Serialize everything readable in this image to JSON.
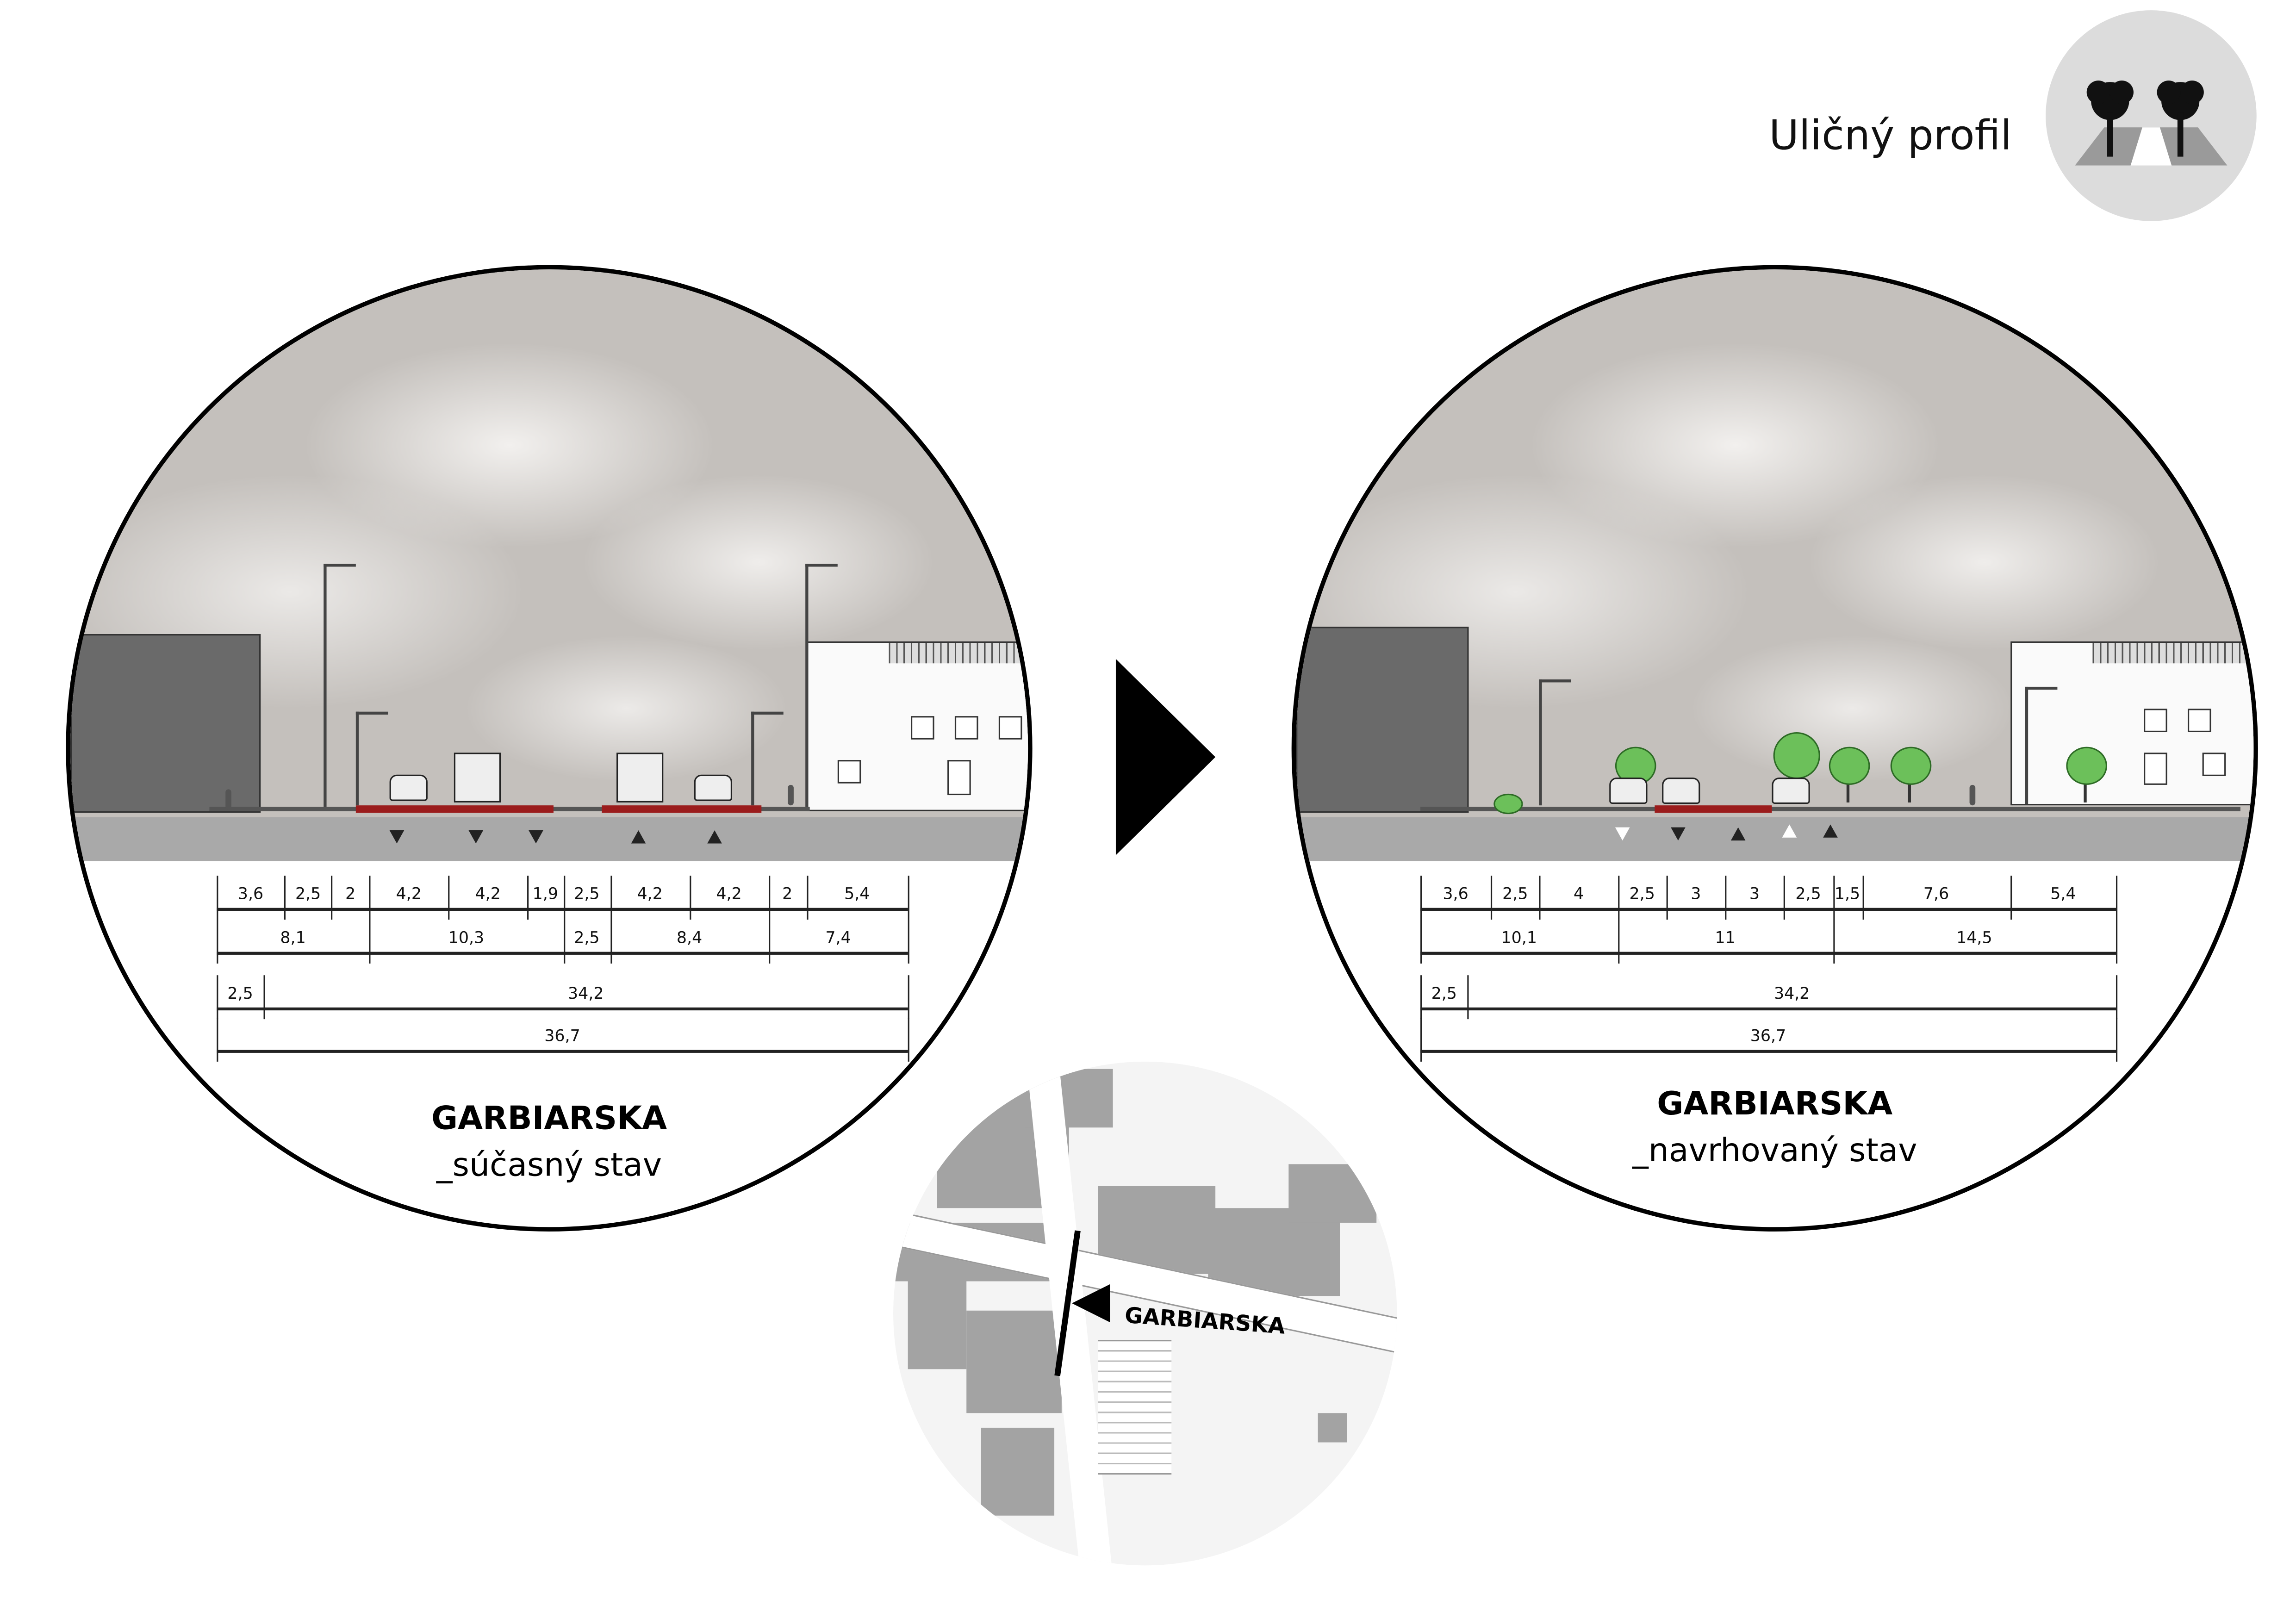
{
  "header": {
    "title": "Uličný profil",
    "icon": "street-profile-trees-icon"
  },
  "current": {
    "name": "GARBIARSKA",
    "subtitle": "_súčasný stav",
    "dimension_rows": [
      [
        "3,6",
        "2,5",
        "2",
        "4,2",
        "4,2",
        "1,9",
        "2,5",
        "4,2",
        "4,2",
        "2",
        "5,4"
      ],
      [
        "8,1",
        "10,3",
        "2,5",
        "8,4",
        "7,4"
      ],
      [
        "2,5",
        "34,2"
      ],
      [
        "36,7"
      ]
    ]
  },
  "proposed": {
    "name": "GARBIARSKA",
    "subtitle": "_navrhovaný stav",
    "dimension_rows": [
      [
        "3,6",
        "2,5",
        "4",
        "2,5",
        "3",
        "3",
        "2,5",
        "1,5",
        "7,6",
        "5,4"
      ],
      [
        "10,1",
        "11",
        "14,5"
      ],
      [
        "2,5",
        "34,2"
      ],
      [
        "36,7"
      ]
    ]
  },
  "map": {
    "street_label": "GARBIARSKA"
  },
  "colors": {
    "bus_lane": "#9b1c1c",
    "tree": "#6cc05a",
    "ground": "#a9a9a9"
  }
}
